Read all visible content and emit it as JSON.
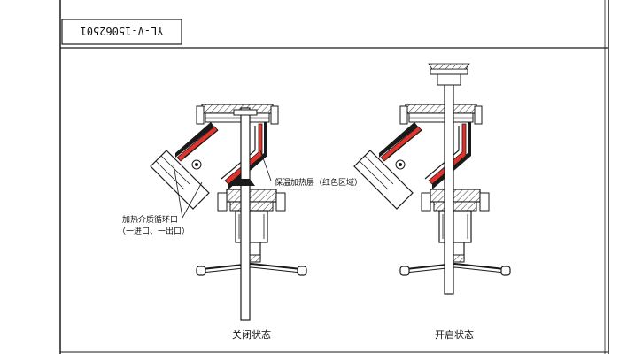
{
  "title_block": {
    "drawing_number": "YL-V-15062501"
  },
  "callouts": {
    "heating_layer": "保温加热层（红色区域）",
    "heating_medium_line1": "加热介质循环口",
    "heating_medium_line2": "（一进口、一出口）"
  },
  "views": {
    "closed_caption": "关闭状态",
    "open_caption": "开启状态"
  },
  "colors": {
    "line": "#1a1a1a",
    "heating_layer": "#e0332b",
    "body_fill": "#ffffff",
    "hatch": "#333333"
  }
}
